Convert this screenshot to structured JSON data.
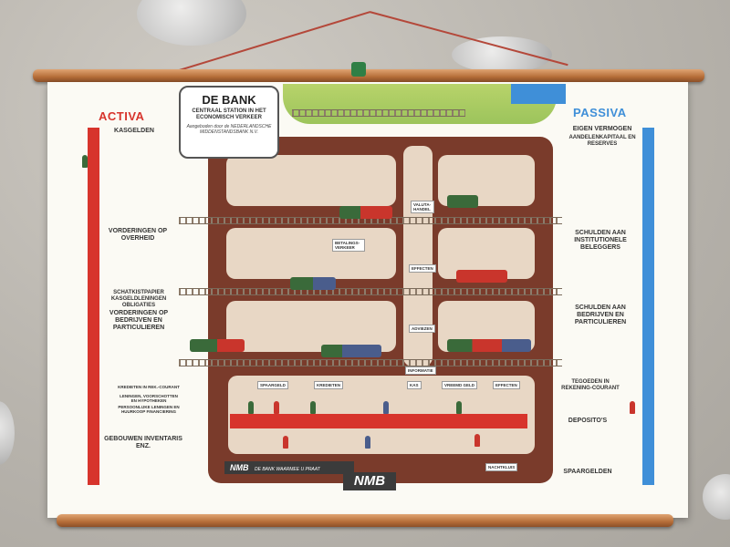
{
  "title": {
    "name": "DE BANK",
    "subtitle": "CENTRAAL STATION IN HET ECONOMISCH VERKEER",
    "credit": "Aangeboden door de NEDERLANDSCHE MIDDENSTANDSBANK N.V."
  },
  "activa": {
    "heading": "ACTIVA",
    "items": [
      "KASGELDEN",
      "VORDERINGEN OP OVERHEID",
      "SCHATKISTPAPIER KASGELDLENINGEN OBLIGATIES",
      "VORDERINGEN OP BEDRIJVEN EN PARTICULIEREN",
      "KREDIETEN IN REK.-COURANT",
      "LENINGEN, VOORSCHOTTEN EN HYPOTHEKEN",
      "PERSOONLIJKE LENINGEN EN HUURKOOP FINANCIERING",
      "GEBOUWEN INVENTARIS ENZ."
    ]
  },
  "passiva": {
    "heading": "PASSIVA",
    "items": [
      "EIGEN VERMOGEN",
      "AANDELENKAPITAAL EN RESERVES",
      "SCHULDEN AAN INSTITUTIONELE BELEGGERS",
      "SCHULDEN AAN BEDRIJVEN EN PARTICULIEREN",
      "TEGOEDEN IN REKENING-COURANT",
      "DEPOSITO'S",
      "SPAARGELDEN"
    ]
  },
  "building_tags": {
    "counter": [
      "SPAARGELD",
      "KREDIETEN",
      "KAS",
      "VREEMD GELD",
      "EFFECTEN"
    ],
    "middle": [
      "BETALINGS- VERKEER",
      "EFFECTEN",
      "VALUTA- HANDEL",
      "ADVIEZEN",
      "INFORMATIE"
    ],
    "gate": "NACHTKLUIS"
  },
  "logo": {
    "mark": "NMB",
    "slogan": "DE BANK WAARMEE U PRAAT"
  },
  "colors": {
    "activa_red": "#d7342c",
    "passiva_blue": "#3f8fd8",
    "building": "#7a3b2b",
    "floor": "#e8d7c5",
    "rod": "#b56d38"
  }
}
